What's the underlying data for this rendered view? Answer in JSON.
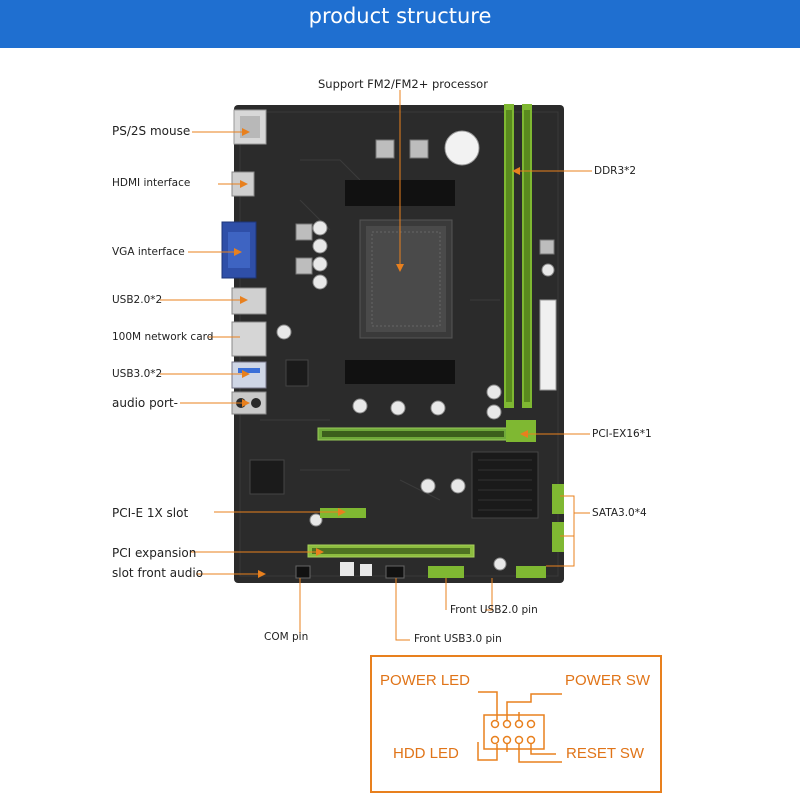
{
  "header": {
    "title": "product structure",
    "background": "#1f6fd0"
  },
  "labels": {
    "processor": "Support FM2/FM2+ processor",
    "ps2_mouse": "PS/2S mouse",
    "hdmi": "HDMI interface",
    "vga": "VGA interface",
    "usb2": "USB2.0*2",
    "network": "100M network card",
    "usb3": "USB3.0*2",
    "audio": "audio port-",
    "ddr3": "DDR3*2",
    "pcie16": "PCI-EX16*1",
    "pcie1": "PCI-E 1X slot",
    "sata": "SATA3.0*4",
    "pci_line1": "PCI expansion",
    "pci_line2": "slot front audio",
    "front_usb2": "Front USB2.0 pin",
    "com": "COM pin",
    "front_usb3": "Front USB3.0 pin"
  },
  "panel": {
    "power_led": "POWER LED",
    "power_sw": "POWER SW",
    "hdd_led": "HDD  LED",
    "reset_sw": "RESET SW",
    "accent": "#e8801e"
  },
  "colors": {
    "leader": "#e8801e",
    "board": "#2b2b2b",
    "slot_green": "#7fb832"
  }
}
